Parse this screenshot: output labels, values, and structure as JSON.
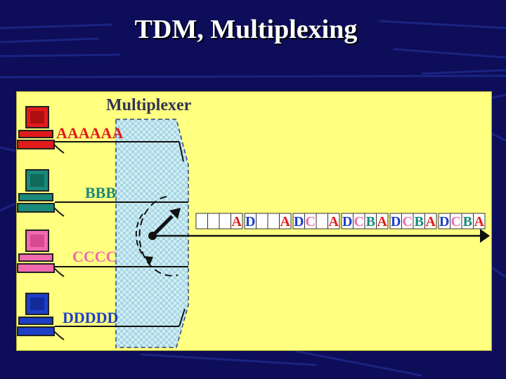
{
  "slide": {
    "title": "TDM, Multiplexing"
  },
  "diagram": {
    "multiplexer_label": "Multiplexer",
    "sources": [
      {
        "label": "AAAAAA",
        "color": "#e11b1b",
        "terminal": "red-computer-icon"
      },
      {
        "label": "BBB",
        "color": "#1a8a7a",
        "terminal": "teal-computer-icon"
      },
      {
        "label": "CCCC",
        "color": "#f06ab0",
        "terminal": "pink-computer-icon"
      },
      {
        "label": "DDDDD",
        "color": "#1d3fc8",
        "terminal": "blue-computer-icon"
      }
    ],
    "frame_slots": [
      "",
      "",
      "",
      "A",
      "D",
      "",
      "",
      "A",
      "D",
      "C",
      "",
      "A",
      "D",
      "C",
      "B",
      "A",
      "D",
      "C",
      "B",
      "A",
      "D",
      "C",
      "B",
      "A"
    ],
    "slot_colors": {
      "A": "#e11b1b",
      "B": "#1a8a7a",
      "C": "#f06ab0",
      "D": "#1d3fc8"
    }
  },
  "colors": {
    "background": "#0d0d5a",
    "panel": "#ffff80",
    "multiplexer_fill": "#bfe6ee"
  }
}
